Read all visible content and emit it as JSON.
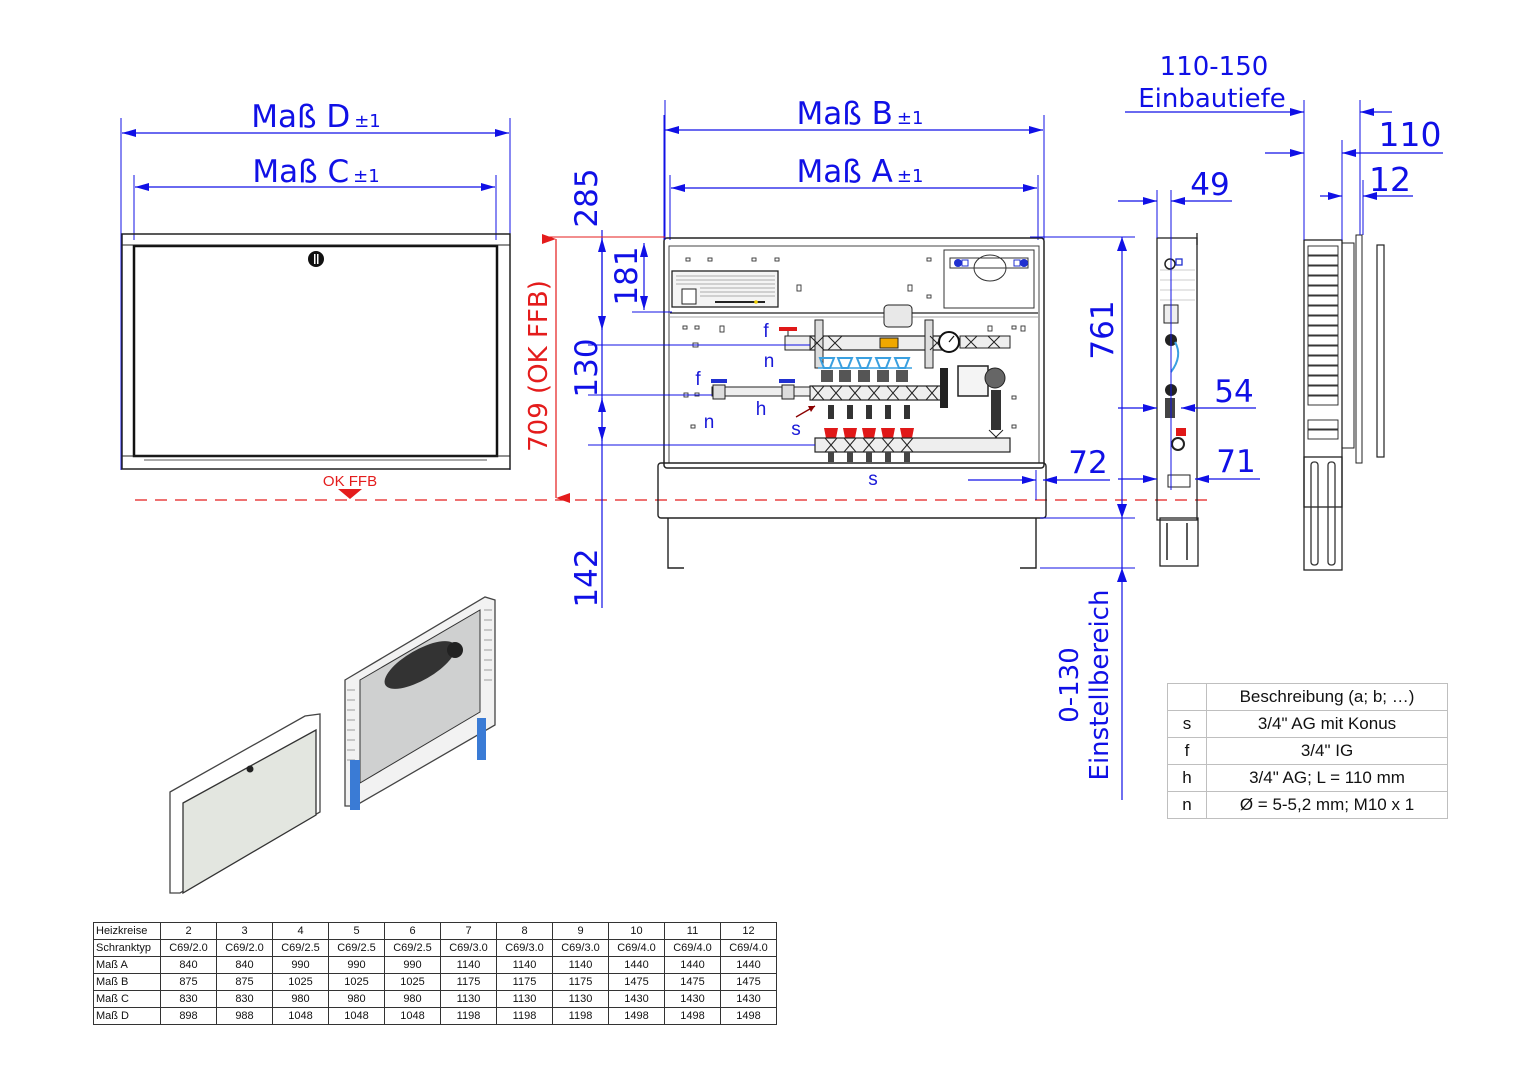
{
  "front_view_closed": {
    "dim_outer": {
      "label": "Maß D",
      "tol": "±1"
    },
    "dim_inner": {
      "label": "Maß C",
      "tol": "±1"
    },
    "floor_marker": "OK FFB"
  },
  "front_view_open": {
    "dim_outer": {
      "label": "Maß B",
      "tol": "±1"
    },
    "dim_inner": {
      "label": "Maß A",
      "tol": "±1"
    },
    "vertical_dims": {
      "top_offset": "285",
      "height_to_floor": "709 (OK FFB)",
      "box_height": "181",
      "pipe_spacing": "130",
      "leg_depth": "142",
      "total_height": "761",
      "outlet_offset": "72"
    },
    "connection_labels": [
      "f",
      "n",
      "f",
      "h",
      "n",
      "s",
      "s"
    ]
  },
  "side_view": {
    "install_depth_range": "110-150",
    "install_depth_label": "Einbautiefe",
    "depth_110": "110",
    "depth_12": "12",
    "depth_49": "49",
    "depth_54": "54",
    "depth_71": "71",
    "adjust_range": "0-130",
    "adjust_label": "Einstellbereich"
  },
  "legend_table": {
    "header": "Beschreibung (a; b; …)",
    "rows": [
      {
        "key": "s",
        "value": "3/4\" AG mit Konus"
      },
      {
        "key": "f",
        "value": "3/4\" IG"
      },
      {
        "key": "h",
        "value": "3/4\" AG; L = 110 mm"
      },
      {
        "key": "n",
        "value": "Ø = 5-5,2 mm; M10 x 1"
      }
    ]
  },
  "spec_table": {
    "rows": [
      {
        "label": "Heizkreise",
        "cells": [
          "2",
          "3",
          "4",
          "5",
          "6",
          "7",
          "8",
          "9",
          "10",
          "11",
          "12"
        ]
      },
      {
        "label": "Schranktyp",
        "cells": [
          "C69/2.0",
          "C69/2.0",
          "C69/2.5",
          "C69/2.5",
          "C69/2.5",
          "C69/3.0",
          "C69/3.0",
          "C69/3.0",
          "C69/4.0",
          "C69/4.0",
          "C69/4.0"
        ]
      },
      {
        "label": "Maß A",
        "cells": [
          "840",
          "840",
          "990",
          "990",
          "990",
          "1140",
          "1140",
          "1140",
          "1440",
          "1440",
          "1440"
        ]
      },
      {
        "label": "Maß B",
        "cells": [
          "875",
          "875",
          "1025",
          "1025",
          "1025",
          "1175",
          "1175",
          "1175",
          "1475",
          "1475",
          "1475"
        ]
      },
      {
        "label": "Maß C",
        "cells": [
          "830",
          "830",
          "980",
          "980",
          "980",
          "1130",
          "1130",
          "1130",
          "1430",
          "1430",
          "1430"
        ]
      },
      {
        "label": "Maß D",
        "cells": [
          "898",
          "988",
          "1048",
          "1048",
          "1048",
          "1198",
          "1198",
          "1198",
          "1498",
          "1498",
          "1498"
        ]
      }
    ]
  },
  "colors": {
    "dimension": "#1010e6",
    "floor_line": "#e41c1c",
    "outline": "#222222",
    "supply_valve": "#e01818",
    "flow_meter": "#3aa0e0",
    "actuator": "#f0a800"
  }
}
